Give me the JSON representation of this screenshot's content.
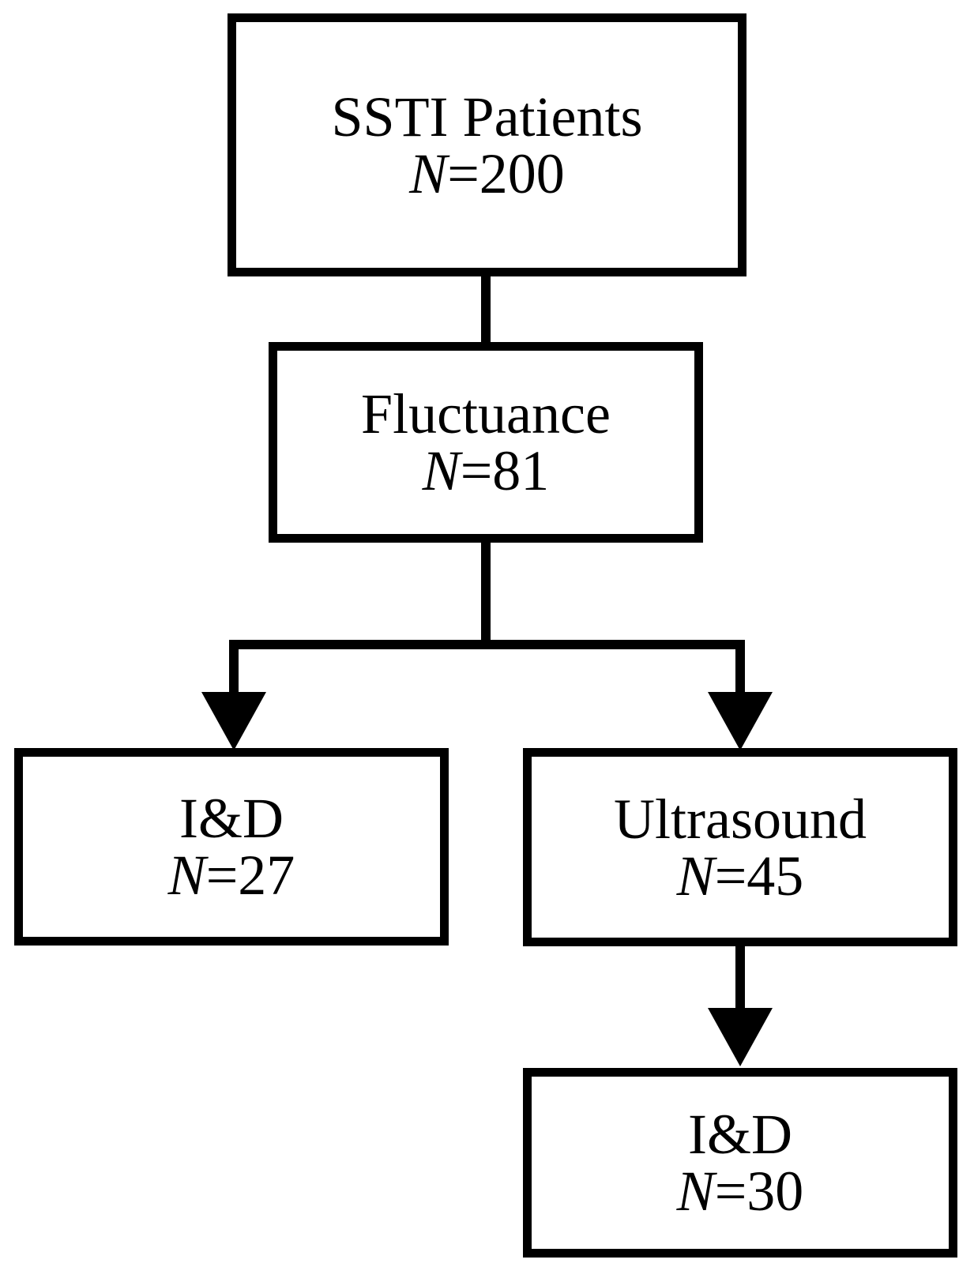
{
  "figure": {
    "type": "flowchart",
    "background_color": "#ffffff",
    "line_color": "#000000",
    "nodes": {
      "ssti": {
        "label": "SSTI Patients",
        "n_var": "N",
        "n_value": "=200"
      },
      "fluctuance": {
        "label": "Fluctuance",
        "n_var": "N",
        "n_value": "=81"
      },
      "id_left": {
        "label": "I&D",
        "n_var": "N",
        "n_value": "=27"
      },
      "ultrasound": {
        "label": "Ultrasound",
        "n_var": "N",
        "n_value": "=45"
      },
      "id_bottom": {
        "label": "I&D",
        "n_var": "N",
        "n_value": "=30"
      }
    },
    "edges": [
      {
        "from": "ssti",
        "to": "fluctuance",
        "arrow": false
      },
      {
        "from": "fluctuance",
        "to": "id_left",
        "arrow": true
      },
      {
        "from": "fluctuance",
        "to": "ultrasound",
        "arrow": true
      },
      {
        "from": "ultrasound",
        "to": "id_bottom",
        "arrow": true
      }
    ]
  }
}
